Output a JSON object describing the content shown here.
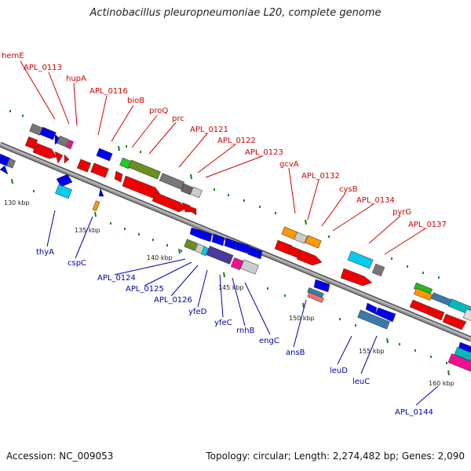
{
  "title": "Actinobacillus pleuropneumoniae L20, complete genome",
  "footer": {
    "accession": "Accession: NC_009053",
    "topology": "Topology: circular; Length: 2,274,482 bp; Genes: 2,090"
  },
  "colors": {
    "forward_label": "#d00000",
    "reverse_label": "#0000b0",
    "backbone": "#909090",
    "tick": "#138013"
  },
  "ticks": [
    "130 kbp",
    "135 kbp",
    "140 kbp",
    "145 kbp",
    "150 kbp",
    "155 kbp",
    "160 kbp"
  ],
  "forward_labels": [
    "hemE",
    "APL_0113",
    "hupA",
    "APL_0116",
    "bioB",
    "proQ",
    "prc",
    "APL_0121",
    "APL_0122",
    "APL_0123",
    "gcvA",
    "APL_0132",
    "cysB",
    "APL_0134",
    "pyrG",
    "APL_0137"
  ],
  "reverse_labels": [
    "thyA",
    "cspC",
    "APL_0124",
    "APL_0125",
    "APL_0126",
    "yfeD",
    "yfeC",
    "rnhB",
    "engC",
    "ansB",
    "leuD",
    "leuC",
    "APL_0144"
  ]
}
